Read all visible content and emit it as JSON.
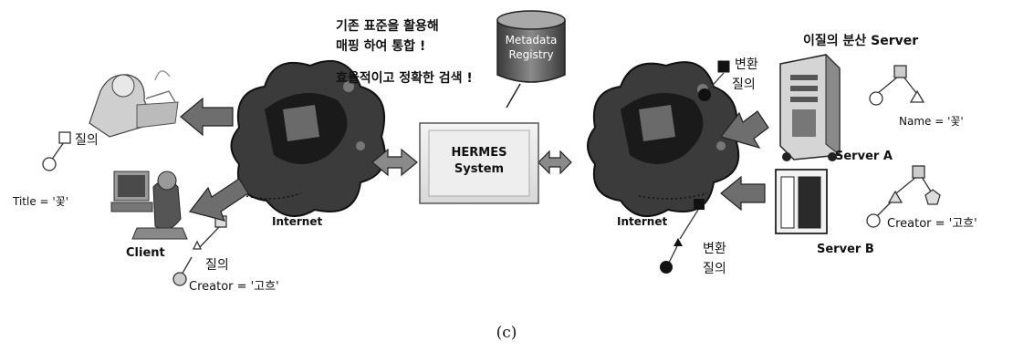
{
  "notes": {
    "line1": "기존 표준을 활용해",
    "line2": "매핑 하여 통합 !",
    "line3": "효율적이고 정확한 검색 !"
  },
  "registry": {
    "line1": "Metadata",
    "line2": "Registry"
  },
  "hermes": {
    "line1": "HERMES",
    "line2": "System"
  },
  "internet_left": "Internet",
  "internet_right": "Internet",
  "client_label": "Client",
  "query_top": "질의",
  "query_bottom": "질의",
  "title_cond": "Title = '꽃'",
  "creator_cond_left": "Creator = '고흐'",
  "transform_top": {
    "line1": "변환",
    "line2": "질의"
  },
  "transform_bottom": {
    "line1": "변환",
    "line2": "질의"
  },
  "servers_title": "이질의 분산 Server",
  "server_a": "Server A",
  "server_b": "Server B",
  "name_cond": "Name = '꽃'",
  "creator_cond_right": "Creator = '고흐'",
  "caption": "(c)"
}
